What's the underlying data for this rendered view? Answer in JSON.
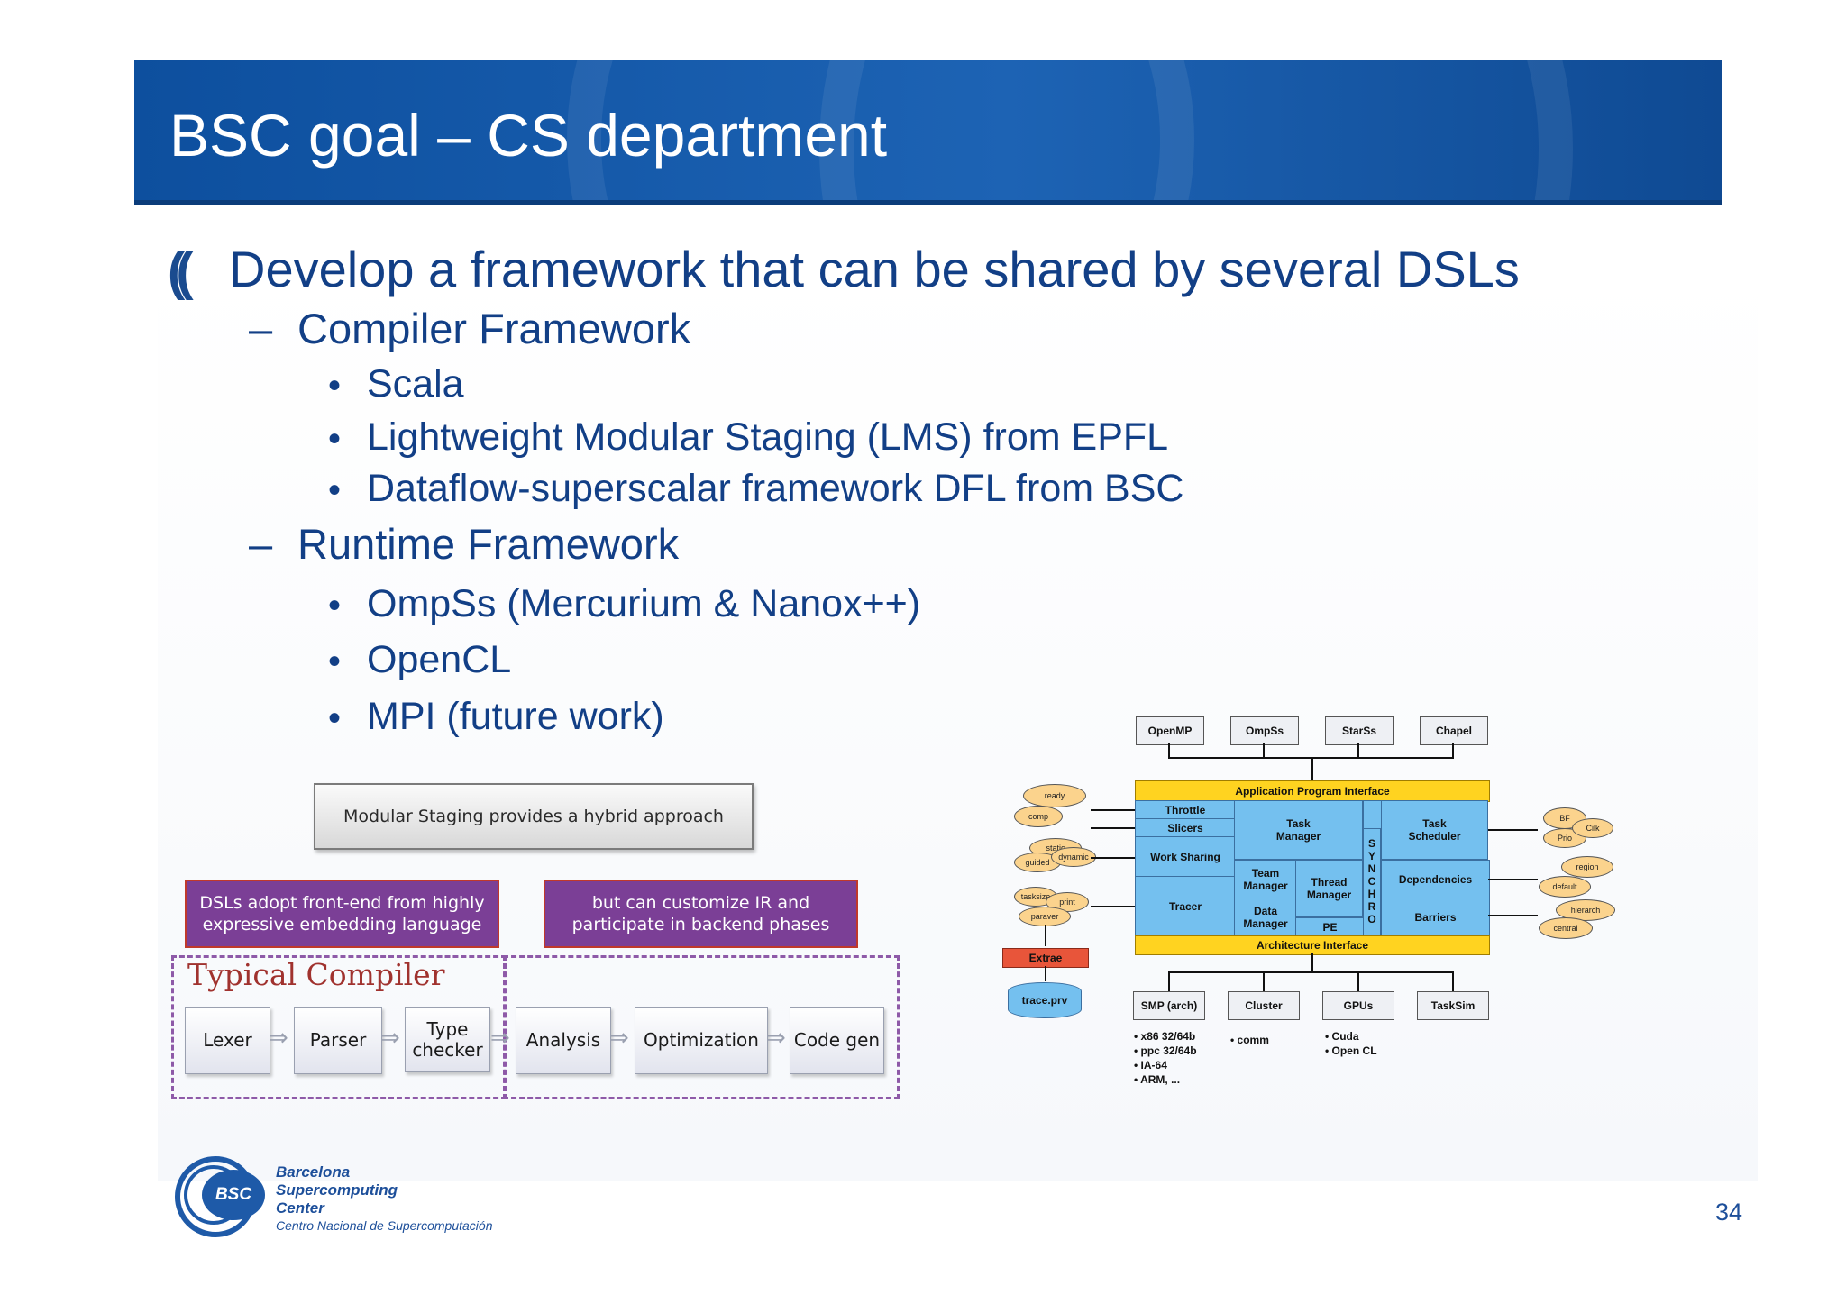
{
  "slide": {
    "title": "BSC goal – CS department",
    "bullet_mark": "((",
    "main_point": "Develop a framework that can be shared by several DSLs",
    "sections": [
      {
        "dash": "–",
        "label": "Compiler Framework",
        "items": [
          "Scala",
          "Lightweight Modular Staging (LMS) from EPFL",
          "Dataflow-superscalar framework DFL from BSC"
        ]
      },
      {
        "dash": "–",
        "label": "Runtime Framework",
        "items": [
          "OmpSs (Mercurium & Nanox++)",
          "OpenCL",
          "MPI (future work)"
        ]
      }
    ],
    "bullet_glyph": "•",
    "page_number": "34"
  },
  "left_diagram": {
    "header_box": "Modular Staging provides a hybrid approach",
    "left_note": "DSLs adopt front-end from highly expressive embedding language",
    "right_note": "but can customize IR and participate in backend phases",
    "group_label": "Typical Compiler",
    "stages": [
      "Lexer",
      "Parser",
      "Type checker",
      "Analysis",
      "Optimization",
      "Code gen"
    ],
    "arrow_glyph": "⇒"
  },
  "right_diagram": {
    "models": [
      "OpenMP",
      "OmpSs",
      "StarSs",
      "Chapel"
    ],
    "api": "Application Program Interface",
    "arch_interface": "Architecture Interface",
    "blocks": {
      "throttle": "Throttle",
      "slicers": "Slicers",
      "work_sharing": "Work Sharing",
      "tracer": "Tracer",
      "task_manager": "Task Manager",
      "team_manager": "Team Manager",
      "data_manager": "Data Manager",
      "thread_manager": "Thread Manager",
      "pe": "PE",
      "synchro": "SYNCHRO",
      "task_scheduler": "Task Scheduler",
      "dependencies": "Dependencies",
      "barriers": "Barriers"
    },
    "left_clouds": [
      "ready",
      "comp",
      "static",
      "guided",
      "dynamic",
      "tasksize",
      "print",
      "paraver"
    ],
    "right_clouds": [
      "BF",
      "Prio",
      "Cilk",
      "region",
      "default",
      "hierarch",
      "central"
    ],
    "extrae": "Extrae",
    "trace_file": "trace.prv",
    "targets": [
      "SMP (arch)",
      "Cluster",
      "GPUs",
      "TaskSim"
    ],
    "smp_list": [
      "• x86 32/64b",
      "• ppc 32/64b",
      "• IA-64",
      "• ARM, ..."
    ],
    "cluster_list": [
      "• comm"
    ],
    "gpu_list": [
      "• Cuda",
      "• Open CL"
    ]
  },
  "logo": {
    "mark": "BSC",
    "line1": "Barcelona",
    "line2": "Supercomputing",
    "line3": "Center",
    "subtitle": "Centro Nacional de Supercomputación"
  }
}
